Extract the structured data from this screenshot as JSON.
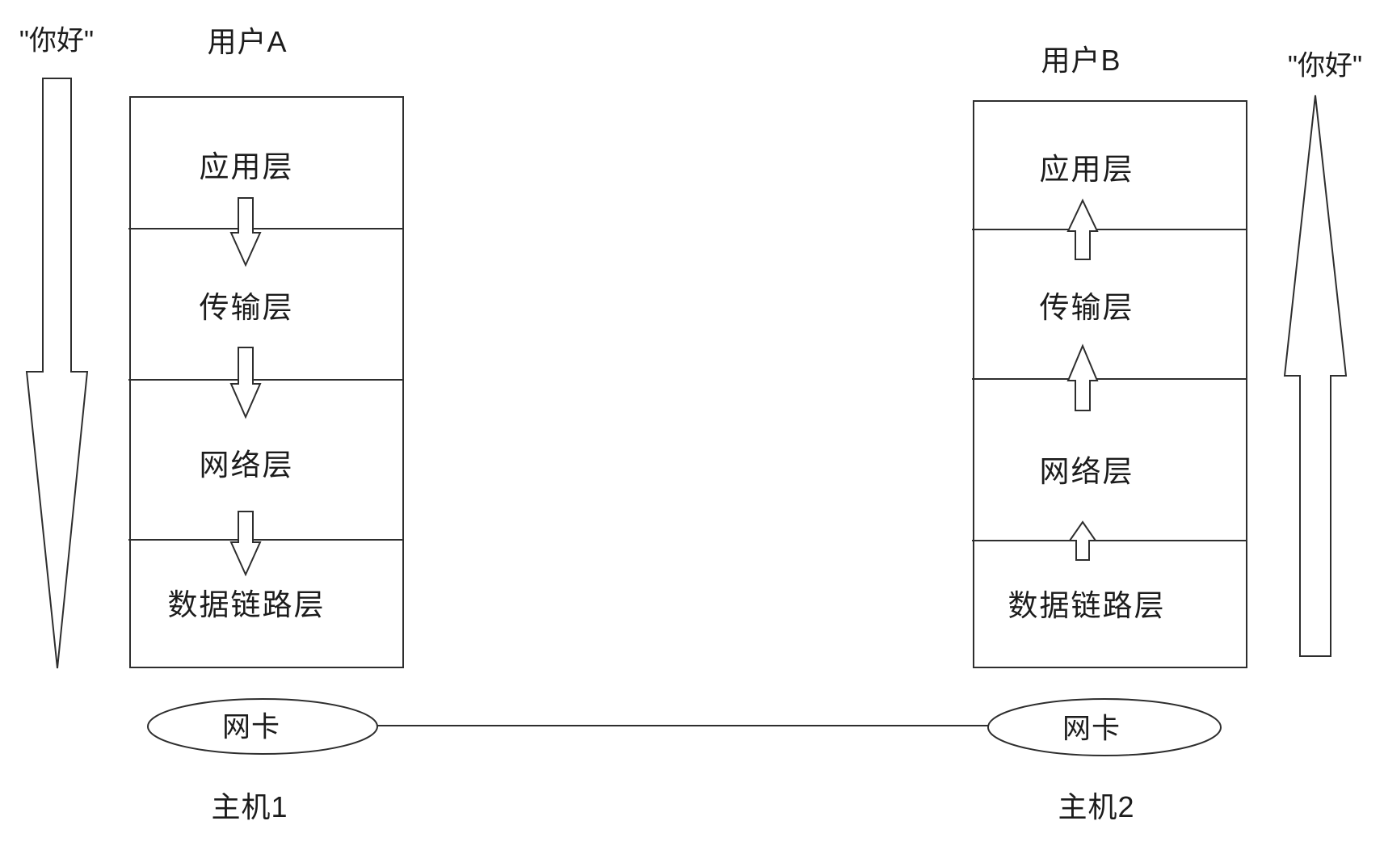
{
  "colors": {
    "background": "#ffffff",
    "line": "#2e2e2e",
    "text": "#1c1c1c"
  },
  "message_left": {
    "text": "\"你好\"",
    "arrow_direction": "down"
  },
  "message_right": {
    "text": "\"你好\"",
    "arrow_direction": "up"
  },
  "host1": {
    "user": "用户A",
    "label": "主机1",
    "nic": "网卡",
    "layers": [
      "应用层",
      "传输层",
      "网络层",
      "数据链路层"
    ],
    "flow": "down"
  },
  "host2": {
    "user": "用户B",
    "label": "主机2",
    "nic": "网卡",
    "layers": [
      "应用层",
      "传输层",
      "网络层",
      "数据链路层"
    ],
    "flow": "up"
  }
}
